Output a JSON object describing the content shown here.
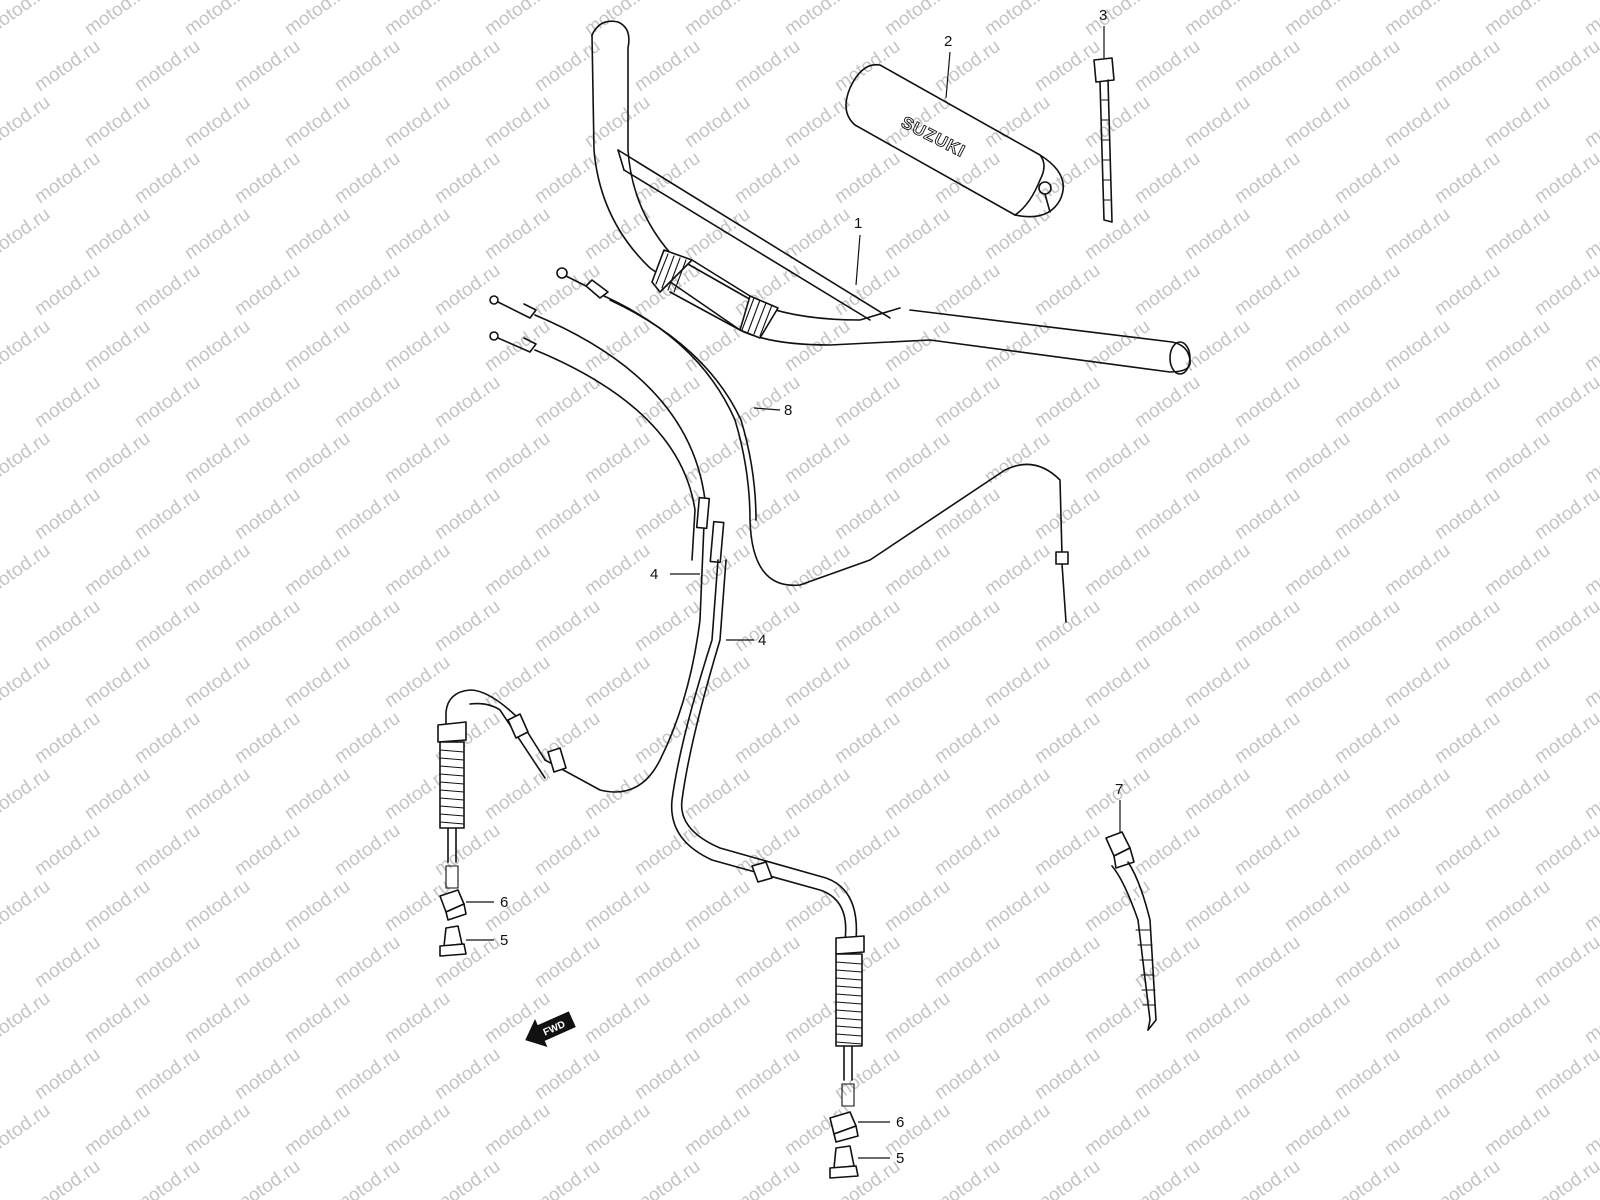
{
  "watermark": {
    "text": "motod.ru"
  },
  "diagram": {
    "parts": [
      {
        "number": "1",
        "name": "handlebar"
      },
      {
        "number": "2",
        "name": "handlebar pad"
      },
      {
        "number": "3",
        "name": "strap"
      },
      {
        "number": "4",
        "name": "cable"
      },
      {
        "number": "4",
        "name": "cable"
      },
      {
        "number": "5",
        "name": "boot"
      },
      {
        "number": "5",
        "name": "boot"
      },
      {
        "number": "6",
        "name": "cap"
      },
      {
        "number": "6",
        "name": "cap"
      },
      {
        "number": "7",
        "name": "clamp"
      },
      {
        "number": "8",
        "name": "cable"
      }
    ],
    "pad_logo": "SUZUKI",
    "direction_arrow": "FWD"
  }
}
